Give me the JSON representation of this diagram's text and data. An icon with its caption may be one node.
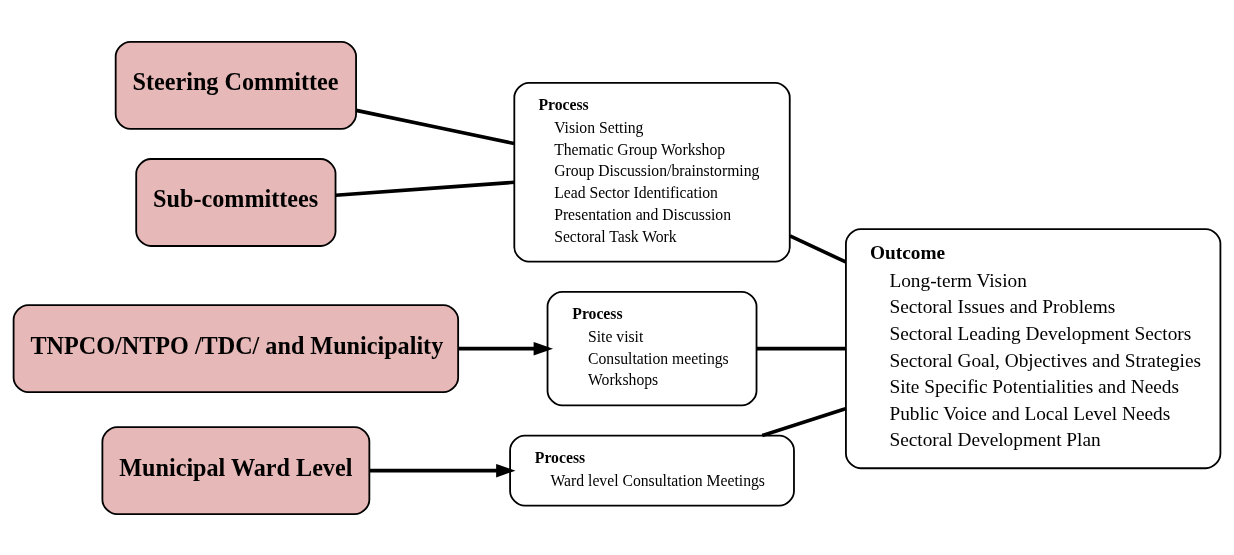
{
  "diagram": {
    "nodes": [
      {
        "text": [
          "Steering Committee"
        ]
      },
      {
        "text": [
          "Sub-committees"
        ]
      },
      {
        "text": [
          "TNPCO/NTPO /TDC/ and Municipality"
        ]
      },
      {
        "text": [
          "Municipal Ward Level"
        ]
      },
      {
        "text": [
          "Process",
          "Vision Setting",
          "Thematic Group Workshop",
          "Group Discussion/brainstorming",
          "Lead Sector Identification",
          "Presentation and Discussion",
          "Sectoral Task Work"
        ]
      },
      {
        "text": [
          "Process",
          "Site visit",
          "Consultation meetings",
          "Workshops"
        ]
      },
      {
        "text": [
          "Process",
          "Ward level Consultation Meetings"
        ]
      },
      {
        "text": [
          "Outcome",
          "Long-term Vision",
          "Sectoral Issues and Problems",
          "Sectoral Leading Development Sectors",
          "Sectoral Goal, Objectives and Strategies",
          "Site Specific Potentialities and Needs",
          "Public Voice and Local Level Needs",
          "Sectoral Development Plan"
        ]
      }
    ],
    "edges": [
      {
        "from": 0,
        "to": 4,
        "arrow": "none"
      },
      {
        "from": 1,
        "to": 4,
        "arrow": "none"
      },
      {
        "from": 2,
        "to": 5,
        "arrow": "to"
      },
      {
        "from": 3,
        "to": 6,
        "arrow": "to"
      },
      {
        "from": 4,
        "to": 7,
        "arrow": "none"
      },
      {
        "from": 5,
        "to": 7,
        "arrow": "none"
      },
      {
        "from": 6,
        "to": 7,
        "arrow": "none"
      }
    ]
  }
}
